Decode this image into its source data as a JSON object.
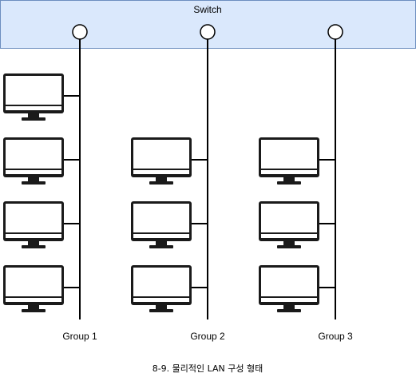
{
  "switch": {
    "label": "Switch"
  },
  "groups": [
    {
      "label": "Group 1",
      "computers": 4
    },
    {
      "label": "Group 2",
      "computers": 3
    },
    {
      "label": "Group 3",
      "computers": 3
    }
  ],
  "caption": "8-9. 물리적인 LAN 구성 형태",
  "colors": {
    "switch_fill": "#dae8fc",
    "switch_stroke": "#6c8ebf"
  },
  "icons": {
    "computer": "monitor-icon",
    "port": "port-circle"
  }
}
